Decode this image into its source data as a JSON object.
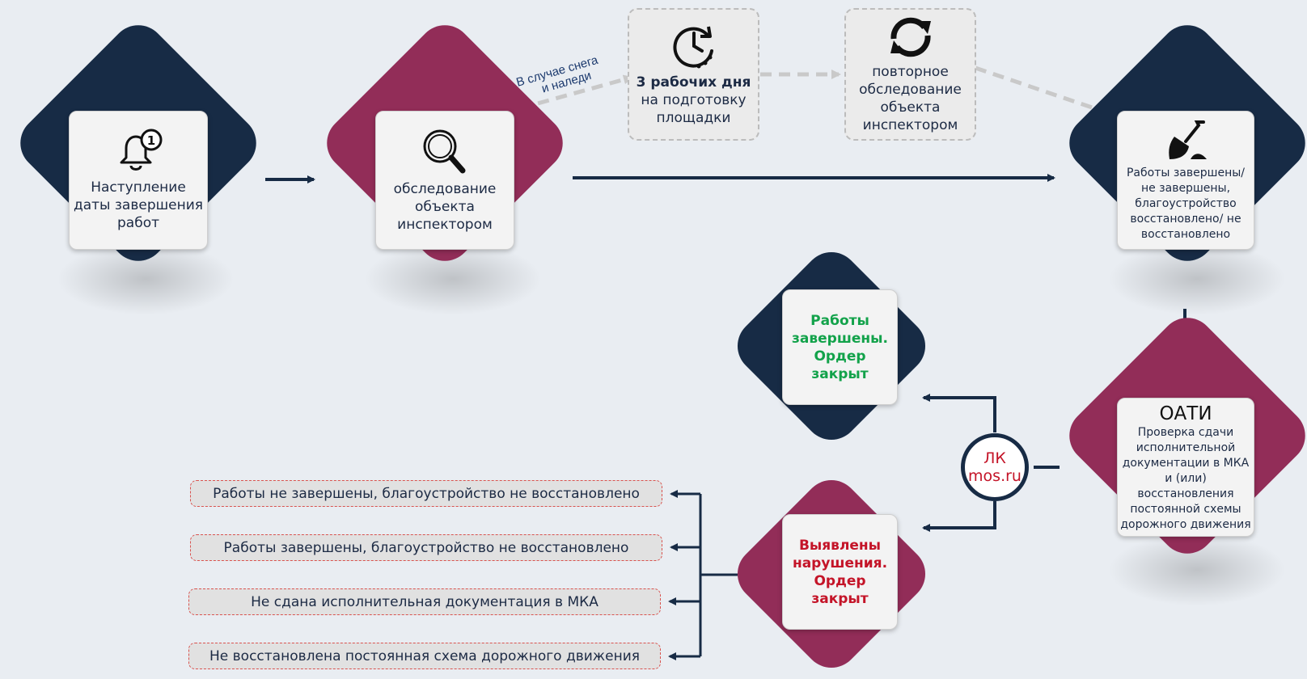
{
  "nodes": {
    "start": {
      "label": "Наступление даты завершения работ"
    },
    "inspection": {
      "label": "обследование объекта инспектором"
    },
    "prep": {
      "bold": "3 рабочих дня",
      "label": "на подготовку площадки"
    },
    "reinspection": {
      "label": "повторное обследование объекта инспектором"
    },
    "result": {
      "label": "Работы завершены/ не завершены, благоустройство восстановлено/ не восстановлено"
    },
    "oati": {
      "title": "ОАТИ",
      "label": "Проверка сдачи исполнительной документации в МКА и (или) восстановления постоянной схемы дорожного движения"
    },
    "closed_ok": {
      "label": "Работы завершены. Ордер закрыт"
    },
    "closed_bad": {
      "label": "Выявлены нарушения. Ордер закрыт"
    },
    "lk": {
      "line1": "ЛК",
      "line2": "mos.ru"
    }
  },
  "snow_note": {
    "line1": "В случае снега",
    "line2": "и наледи"
  },
  "violations": [
    "Работы не завершены, благоустройство не восстановлено",
    "Работы завершены, благоустройство не восстановлено",
    "Не сдана исполнительная документация в МКА",
    "Не восстановлена постоянная схема дорожного движения"
  ],
  "colors": {
    "navy": "#172b45",
    "wine": "#922d58",
    "green": "#12a24a",
    "red": "#c41428",
    "dashed": "#bcbcbc"
  },
  "icons": [
    "bell-notification-icon",
    "magnifier-icon",
    "clock-icon",
    "refresh-icon",
    "shovel-icon"
  ]
}
